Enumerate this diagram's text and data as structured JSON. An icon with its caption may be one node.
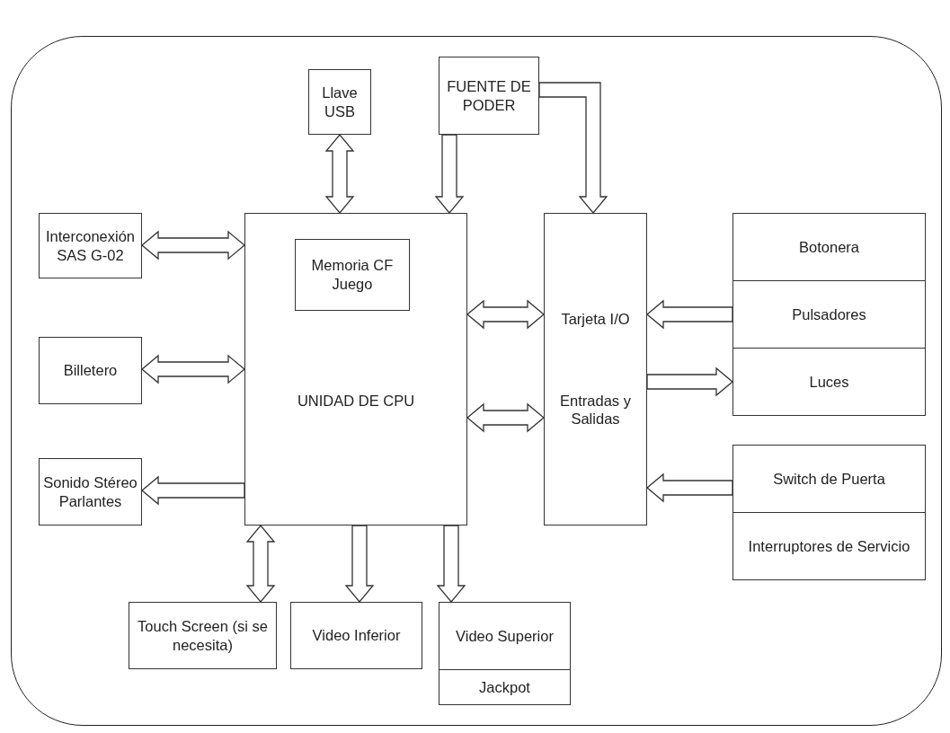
{
  "diagram": {
    "nodes": [
      {
        "text": [
          "Llave USB"
        ]
      },
      {
        "text": [
          "FUENTE DE PODER"
        ]
      },
      {
        "text": [
          "Interconexión SAS G-02"
        ]
      },
      {
        "text": [
          "UNIDAD DE CPU"
        ]
      },
      {
        "text": [
          "Memoria CF Juego"
        ],
        "in": 3
      },
      {
        "text": [
          "Tarjeta I/O",
          "Entradas y Salidas"
        ]
      },
      {
        "text": [
          "Botonera"
        ]
      },
      {
        "text": [
          "Pulsadores"
        ]
      },
      {
        "text": [
          "Luces"
        ]
      },
      {
        "text": [
          "Billetero"
        ]
      },
      {
        "text": [
          "Switch de Puerta"
        ]
      },
      {
        "text": [
          "Interruptores de Servicio"
        ]
      },
      {
        "text": [
          "Sonido Stéreo Parlantes"
        ]
      },
      {
        "text": [
          "Touch Screen (si se necesita)"
        ]
      },
      {
        "text": [
          "Video Inferior"
        ]
      },
      {
        "text": [
          "Video Superior"
        ]
      },
      {
        "text": [
          "Jackpot"
        ]
      }
    ],
    "edges": [
      {
        "from": 0,
        "to": 3,
        "arrow": "both"
      },
      {
        "from": 1,
        "to": 3,
        "arrow": "to"
      },
      {
        "from": 1,
        "to": 5,
        "arrow": "to"
      },
      {
        "from": 2,
        "to": 3,
        "arrow": "both"
      },
      {
        "from": 3,
        "to": 5,
        "arrow": "both"
      },
      {
        "from": 7,
        "to": 5,
        "arrow": "to"
      },
      {
        "from": 9,
        "to": 3,
        "arrow": "both"
      },
      {
        "from": 5,
        "to": 8,
        "arrow": "to"
      },
      {
        "from": 3,
        "to": 5,
        "arrow": "both"
      },
      {
        "from": 3,
        "to": 12,
        "arrow": "to"
      },
      {
        "from": 10,
        "to": 5,
        "arrow": "to"
      },
      {
        "from": 3,
        "to": 13,
        "arrow": "both"
      },
      {
        "from": 3,
        "to": 14,
        "arrow": "to"
      },
      {
        "from": 3,
        "to": 15,
        "arrow": "to"
      }
    ]
  }
}
